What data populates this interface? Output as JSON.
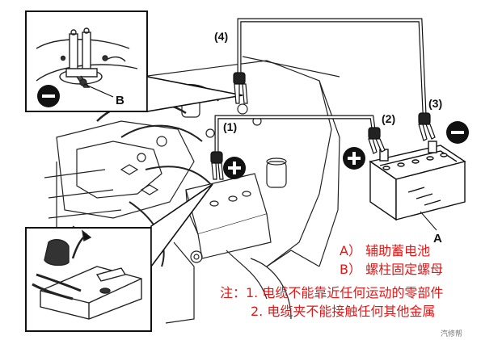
{
  "labels": {
    "step1": "(1)",
    "step2": "(2)",
    "step3": "(3)",
    "step4": "(4)",
    "label_A": "A",
    "label_B": "B"
  },
  "legend": {
    "line_a": "A） 辅助蓄电池",
    "line_b": "B） 螺柱固定螺母"
  },
  "notes": {
    "note1": "注：1. 电缆不能靠近任何运动的零部件",
    "note2": "2. 电缆夹不能接触任何其他金属"
  },
  "watermark": "汽修帮",
  "colors": {
    "note_text": "#e01818",
    "line": "#111111",
    "background": "#ffffff"
  }
}
